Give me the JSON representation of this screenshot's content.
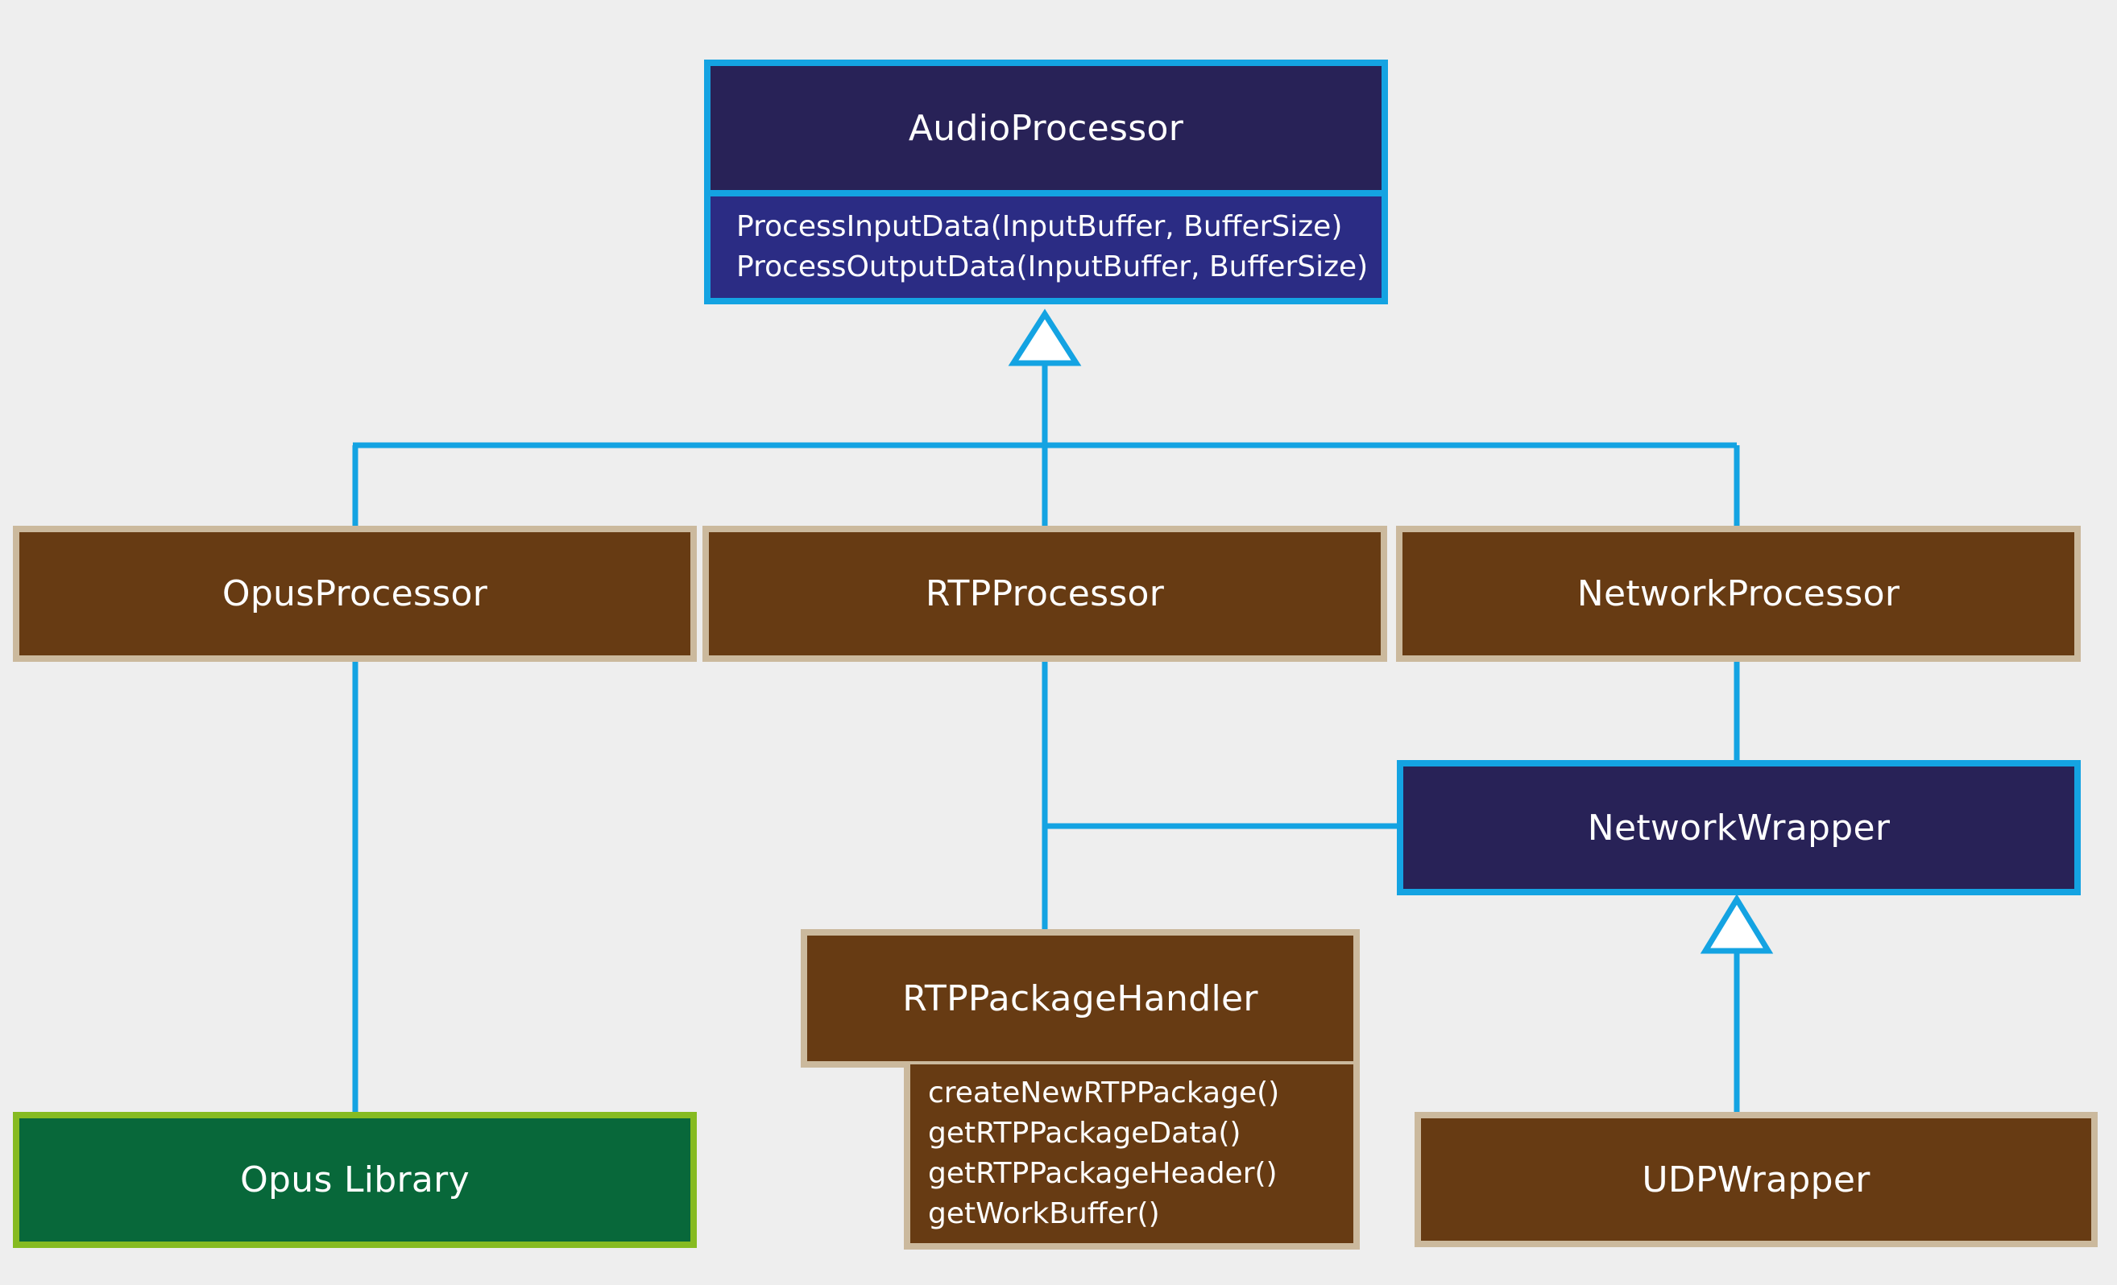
{
  "colors": {
    "background": "#eeeeee",
    "connector": "#14a3e2",
    "interface_fill": "#282257",
    "interface_methods_fill": "#2b2c84",
    "class_fill": "#673b13",
    "class_border": "#cbb99d",
    "library_fill": "#08683a",
    "library_border": "#86bb21"
  },
  "classes": {
    "audio_processor": {
      "name": "AudioProcessor",
      "methods": [
        "ProcessInputData(InputBuffer, BufferSize)",
        "ProcessOutputData(InputBuffer, BufferSize)"
      ]
    },
    "opus_processor": {
      "name": "OpusProcessor"
    },
    "rtp_processor": {
      "name": "RTPProcessor"
    },
    "network_processor": {
      "name": "NetworkProcessor"
    },
    "network_wrapper": {
      "name": "NetworkWrapper"
    },
    "rtp_package_handler": {
      "name": "RTPPackageHandler",
      "methods": [
        "createNewRTPPackage()",
        "getRTPPackageData()",
        "getRTPPackageHeader()",
        "getWorkBuffer()"
      ]
    },
    "opus_library": {
      "name": "Opus Library"
    },
    "udp_wrapper": {
      "name": "UDPWrapper"
    }
  },
  "relations": [
    {
      "from": "OpusProcessor",
      "to": "AudioProcessor",
      "kind": "inheritance"
    },
    {
      "from": "RTPProcessor",
      "to": "AudioProcessor",
      "kind": "inheritance"
    },
    {
      "from": "NetworkProcessor",
      "to": "AudioProcessor",
      "kind": "inheritance"
    },
    {
      "from": "OpusProcessor",
      "to": "Opus Library",
      "kind": "association"
    },
    {
      "from": "RTPProcessor",
      "to": "RTPPackageHandler",
      "kind": "association"
    },
    {
      "from": "RTPProcessor",
      "to": "NetworkWrapper",
      "kind": "association"
    },
    {
      "from": "NetworkProcessor",
      "to": "NetworkWrapper",
      "kind": "association"
    },
    {
      "from": "UDPWrapper",
      "to": "NetworkWrapper",
      "kind": "inheritance"
    }
  ]
}
